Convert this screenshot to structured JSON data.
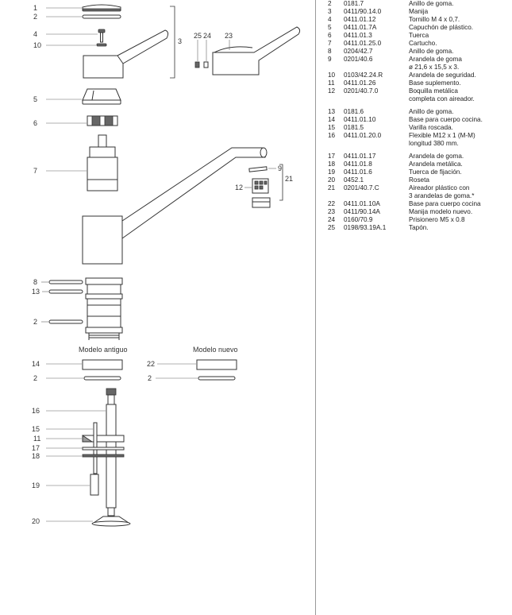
{
  "callouts": {
    "c1": "1",
    "c2": "2",
    "c4": "4",
    "c10": "10",
    "c3": "3",
    "c25": "25",
    "c24": "24",
    "c23": "23",
    "c5": "5",
    "c6": "6",
    "c7": "7",
    "c9": "9",
    "c12": "12",
    "c21": "21",
    "c8": "8",
    "c13": "13",
    "c2b": "2",
    "c14": "14",
    "c2c": "2",
    "c22": "22",
    "c2d": "2",
    "c16": "16",
    "c15": "15",
    "c11": "11",
    "c17": "17",
    "c18": "18",
    "c19": "19",
    "c20": "20"
  },
  "captions": {
    "old_model": "Modelo antiguo",
    "new_model": "Modelo nuevo"
  },
  "parts_list": [
    {
      "n": "2",
      "code": "0181.7",
      "lines": [
        "Anillo de goma."
      ]
    },
    {
      "n": "3",
      "code": "0411/90.14.0",
      "lines": [
        "Manija"
      ]
    },
    {
      "n": "4",
      "code": "0411.01.12",
      "lines": [
        "Tornillo M 4 x 0,7."
      ]
    },
    {
      "n": "5",
      "code": "0411.01.7A",
      "lines": [
        "Capuchón de plástico."
      ]
    },
    {
      "n": "6",
      "code": "0411.01.3",
      "lines": [
        "Tuerca"
      ]
    },
    {
      "n": "7",
      "code": "0411.01.25.0",
      "lines": [
        "Cartucho."
      ]
    },
    {
      "n": "8",
      "code": "0204/42.7",
      "lines": [
        "Anillo de goma."
      ]
    },
    {
      "n": "9",
      "code": "0201/40.6",
      "lines": [
        "Arandela de goma",
        "ø 21,6 x 15,5 x 3."
      ]
    },
    {
      "n": "10",
      "code": "0103/42.24.R",
      "lines": [
        "Arandela de seguridad."
      ]
    },
    {
      "n": "11",
      "code": "0411.01.26",
      "lines": [
        "Base suplemento."
      ]
    },
    {
      "n": "12",
      "code": "0201/40.7.0",
      "lines": [
        "Boquilla metálica",
        "completa con aireador."
      ]
    },
    {
      "n": "13",
      "code": "0181.6",
      "lines": [
        "Anillo de goma."
      ],
      "gap": true
    },
    {
      "n": "14",
      "code": "0411.01.10",
      "lines": [
        "Base para cuerpo cocina."
      ]
    },
    {
      "n": "15",
      "code": "0181.5",
      "lines": [
        "Varilla roscada."
      ]
    },
    {
      "n": "16",
      "code": "0411.01.20.0",
      "lines": [
        "Flexible M12 x 1 (M-M)",
        "longitud 380 mm."
      ]
    },
    {
      "n": "17",
      "code": "0411.01.17",
      "lines": [
        "Arandela de goma."
      ],
      "gap": true
    },
    {
      "n": "18",
      "code": "0411.01.8",
      "lines": [
        "Arandela metálica."
      ]
    },
    {
      "n": "19",
      "code": "0411.01.6",
      "lines": [
        "Tuerca de fijación."
      ]
    },
    {
      "n": "20",
      "code": "0452.1",
      "lines": [
        "Roseta"
      ]
    },
    {
      "n": "21",
      "code": "0201/40.7.C",
      "lines": [
        "Aireador plástico con",
        "3 arandelas de goma.*"
      ]
    },
    {
      "n": "22",
      "code": "0411.01.10A",
      "lines": [
        "Base para cuerpo cocina"
      ]
    },
    {
      "n": "23",
      "code": "0411/90.14A",
      "lines": [
        "Manija modelo nuevo."
      ]
    },
    {
      "n": "24",
      "code": "0160/70.9",
      "lines": [
        "Prisionero M5 x 0.8"
      ]
    },
    {
      "n": "25",
      "code": "0198/93.19A.1",
      "lines": [
        "Tapón."
      ]
    }
  ]
}
